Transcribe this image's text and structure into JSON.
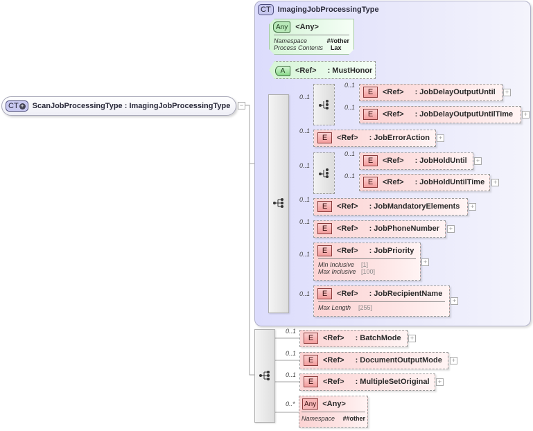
{
  "root": {
    "badge": "CT",
    "label": "ScanJobProcessingType : ImagingJobProcessingType",
    "toggle": "−"
  },
  "base_type": {
    "badge": "CT",
    "title": "ImagingJobProcessingType",
    "any": {
      "badge": "Any",
      "label": "<Any>",
      "facets": [
        {
          "key": "Namespace",
          "value": "##other"
        },
        {
          "key": "Process Contents",
          "value": "Lax"
        }
      ]
    },
    "attribute": {
      "badge": "A",
      "ref": "<Ref>",
      "name": ": MustHonor"
    },
    "elements": [
      {
        "occ": "0..1",
        "ref": "<Ref>",
        "name": ": JobDelayOutputUntil",
        "badge": "E"
      },
      {
        "occ": "0..1",
        "ref": "<Ref>",
        "name": ": JobDelayOutputUntilTime",
        "badge": "E"
      },
      {
        "occ": "0..1",
        "ref": "<Ref>",
        "name": ": JobErrorAction",
        "badge": "E"
      },
      {
        "occ": "0..1",
        "ref": "<Ref>",
        "name": ": JobHoldUntil",
        "badge": "E"
      },
      {
        "occ": "0..1",
        "ref": "<Ref>",
        "name": ": JobHoldUntilTime",
        "badge": "E"
      },
      {
        "occ": "0..1",
        "ref": "<Ref>",
        "name": ": JobMandatoryElements",
        "badge": "E"
      },
      {
        "occ": "0..1",
        "ref": "<Ref>",
        "name": ": JobPhoneNumber",
        "badge": "E"
      },
      {
        "occ": "0..1",
        "ref": "<Ref>",
        "name": ": JobPriority",
        "badge": "E",
        "facets": [
          {
            "key": "Min Inclusive",
            "value": "[1]"
          },
          {
            "key": "Max Inclusive",
            "value": "[100]"
          }
        ]
      },
      {
        "occ": "0..1",
        "ref": "<Ref>",
        "name": ": JobRecipientName",
        "badge": "E",
        "facets": [
          {
            "key": "Max Length",
            "value": "[255]"
          }
        ]
      }
    ],
    "choice_occ": [
      "0..1",
      "0..1"
    ]
  },
  "extension": {
    "elements": [
      {
        "occ": "0..1",
        "ref": "<Ref>",
        "name": ": BatchMode",
        "badge": "E"
      },
      {
        "occ": "0..1",
        "ref": "<Ref>",
        "name": ": DocumentOutputMode",
        "badge": "E"
      },
      {
        "occ": "0..1",
        "ref": "<Ref>",
        "name": ": MultipleSetOriginal",
        "badge": "E"
      }
    ],
    "any": {
      "occ": "0..*",
      "badge": "Any",
      "label": "<Any>",
      "facets": [
        {
          "key": "Namespace",
          "value": "##other"
        }
      ]
    }
  },
  "expand_symbol": "+"
}
